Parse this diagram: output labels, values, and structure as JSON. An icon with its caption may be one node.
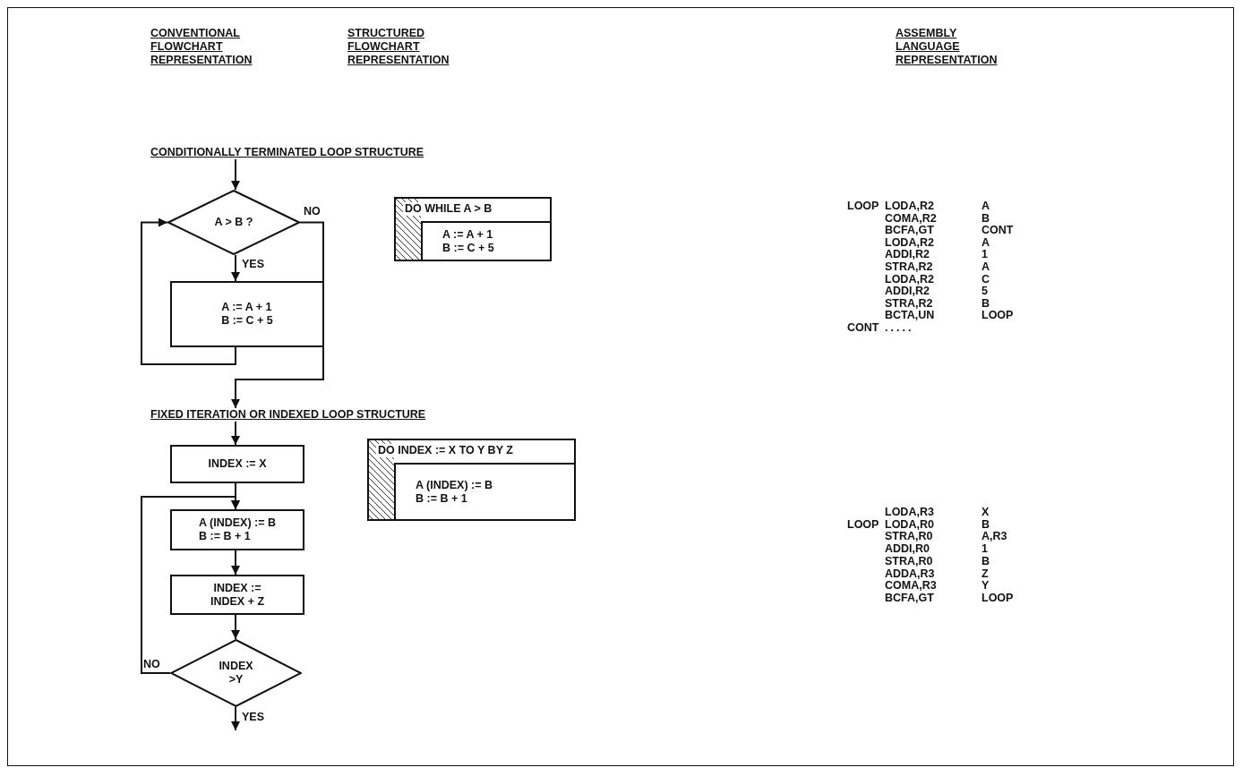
{
  "diagram": {
    "nodes": [
      {
        "text": [
          "CONDITIONALLY TERMINATED LOOP STRUCTURE"
        ]
      },
      {
        "text": [
          "A > B ?"
        ]
      },
      {
        "text": [
          "A := A + 1",
          "B := C + 5"
        ]
      },
      {
        "text": [
          "DO WHILE A > B",
          "A := A + 1",
          "B := C + 5"
        ]
      },
      {
        "text": [
          "FIXED ITERATION OR INDEXED LOOP STRUCTURE"
        ]
      },
      {
        "text": [
          "INDEX := X"
        ]
      },
      {
        "text": [
          "A (INDEX) := B",
          "B := B + 1"
        ]
      },
      {
        "text": [
          "INDEX := INDEX + Z"
        ]
      },
      {
        "text": [
          "INDEX >Y"
        ]
      },
      {
        "text": [
          "DO INDEX := X TO Y BY Z",
          "A (INDEX) := B",
          "B := B + 1"
        ]
      }
    ],
    "edges": [
      {
        "from": 0,
        "to": 1,
        "arrow": "to"
      },
      {
        "from": 1,
        "to": 2,
        "arrow": "to",
        "label": "YES"
      },
      {
        "from": 2,
        "to": 1,
        "arrow": "to"
      },
      {
        "from": 1,
        "to": 4,
        "arrow": "to",
        "label": "NO"
      },
      {
        "from": 4,
        "to": 5,
        "arrow": "to"
      },
      {
        "from": 5,
        "to": 6,
        "arrow": "to"
      },
      {
        "from": 6,
        "to": 7,
        "arrow": "to"
      },
      {
        "from": 7,
        "to": 8,
        "arrow": "to"
      },
      {
        "from": 8,
        "to": 6,
        "arrow": "to",
        "label": "NO"
      },
      {
        "from": 8,
        "to": null,
        "arrow": "to",
        "label": "YES"
      }
    ],
    "labels": [
      "CONVENTIONAL FLOWCHART REPRESENTATION",
      "STRUCTURED FLOWCHART REPRESENTATION",
      "ASSEMBLY LANGUAGE REPRESENTATION",
      "LOOP",
      "LODA,R2",
      "A",
      "COMA,R2",
      "B",
      "BCFA,GT",
      "CONT",
      "LODA,R2",
      "A",
      "ADDI,R2",
      "1",
      "STRA,R2",
      "A",
      "LODA,R2",
      "C",
      "ADDI,R2",
      "5",
      "STRA,R2",
      "B",
      "BCTA,UN",
      "LOOP",
      "CONT",
      ".....",
      "LODA,R3",
      "X",
      "LOOP",
      "LODA,R0",
      "B",
      "STRA,R0",
      "A,R3",
      "ADDI,R0",
      "1",
      "STRA,R0",
      "B",
      "ADDA,R3",
      "Z",
      "COMA,R3",
      "Y",
      "BCFA,GT",
      "LOOP"
    ]
  }
}
